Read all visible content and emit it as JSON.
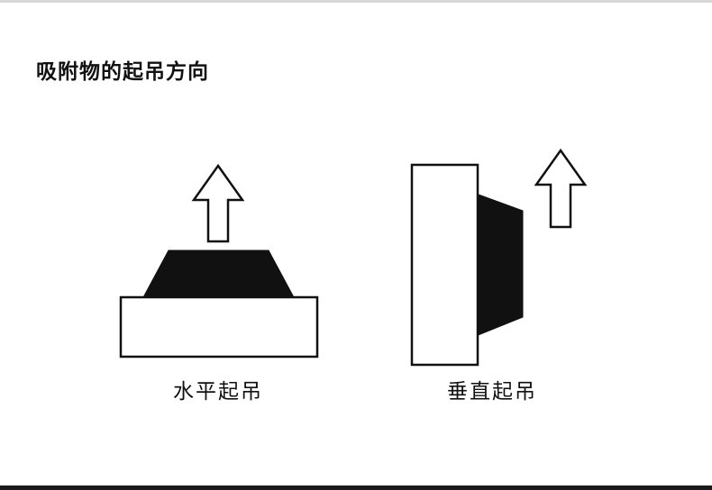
{
  "page": {
    "title": "吸附物的起吊方向"
  },
  "diagrams": {
    "horizontal_lift": {
      "label": "水平起吊",
      "icon": "up-arrow-icon",
      "magnet": "magnet-block",
      "workpiece": "workpiece-plate"
    },
    "vertical_lift": {
      "label": "垂直起吊",
      "icon": "up-arrow-icon",
      "magnet": "magnet-block",
      "workpiece": "workpiece-plate"
    }
  },
  "colors": {
    "background": "#ffffff",
    "shape_fill": "#111111",
    "outline": "#111111",
    "top_rule": "#d8d8d8",
    "bottom_rule": "#1a1a1a"
  }
}
